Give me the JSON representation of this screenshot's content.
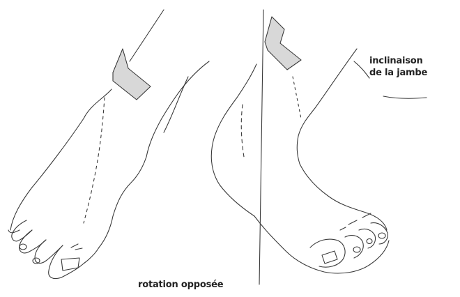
{
  "labels": {
    "leg_tilt_line1": "inclinaison",
    "leg_tilt_line2": "de la jambe",
    "opposite_rotation": "rotation opposée"
  },
  "colors": {
    "stroke": "#3a3a3a",
    "bone_fill": "#d8d8d8",
    "background": "#ffffff",
    "label_text": "#222222"
  }
}
